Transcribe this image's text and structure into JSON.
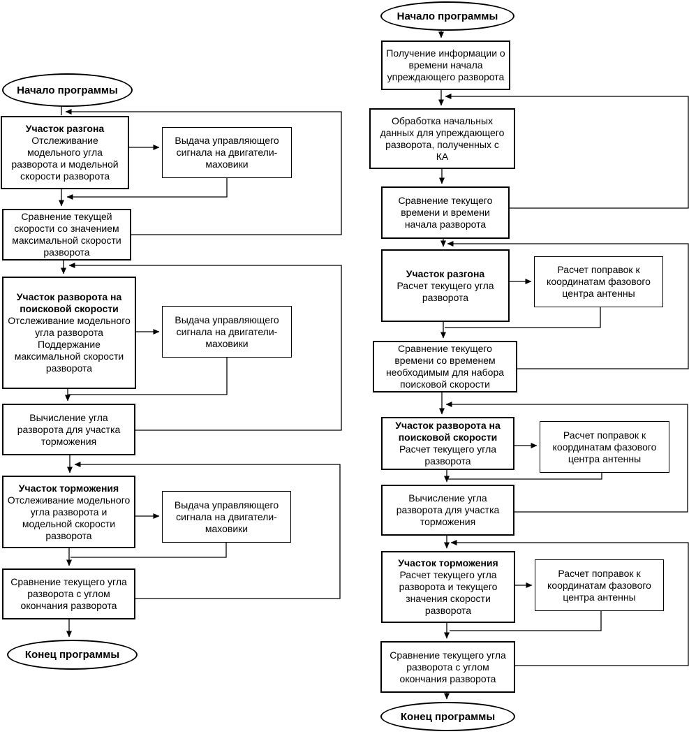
{
  "colors": {
    "line": "#000000",
    "background": "#ffffff",
    "text": "#000000"
  },
  "left_chart": {
    "start": "Начало программы",
    "end": "Конец программы",
    "accel": {
      "title": "Участок разгона",
      "body": "Отслеживание модельного угла разворота и модельной скорости разворота"
    },
    "signal1": {
      "body": "Выдача управляющего сигнала на двигатели-маховики"
    },
    "compare_speed": {
      "body": "Сравнение текущей скорости со значением максимальной скорости разворота"
    },
    "search_turn": {
      "title": "Участок разворота на поисковой скорости",
      "body": "Отслеживание модельного угла разворота",
      "body2": "Поддержание максимальной скорости разворота"
    },
    "signal2": {
      "body": "Выдача управляющего сигнала на двигатели-маховики"
    },
    "calc_brake_angle": {
      "body": "Вычисление угла разворота для участка торможения"
    },
    "brake": {
      "title": "Участок торможения",
      "body": "Отслеживание модельного угла разворота и модельной скорости разворота"
    },
    "signal3": {
      "body": "Выдача управляющего сигнала на двигатели-маховики"
    },
    "compare_angle": {
      "body": "Сравнение текущего угла разворота с углом окончания разворота"
    },
    "edges": [
      {
        "from": "start",
        "to": "accel"
      },
      {
        "from": "accel",
        "to": "signal1"
      },
      {
        "from": "signal1",
        "to": "compare_speed"
      },
      {
        "from": "accel",
        "to": "compare_speed"
      },
      {
        "from": "compare_speed",
        "to": "search_turn"
      },
      {
        "from": "compare_speed",
        "to": "accel",
        "type": "feedback"
      },
      {
        "from": "search_turn",
        "to": "signal2"
      },
      {
        "from": "signal2",
        "to": "calc_brake_angle"
      },
      {
        "from": "search_turn",
        "to": "calc_brake_angle"
      },
      {
        "from": "calc_brake_angle",
        "to": "brake"
      },
      {
        "from": "calc_brake_angle",
        "to": "search_turn",
        "type": "feedback"
      },
      {
        "from": "brake",
        "to": "signal3"
      },
      {
        "from": "signal3",
        "to": "compare_angle"
      },
      {
        "from": "brake",
        "to": "compare_angle"
      },
      {
        "from": "compare_angle",
        "to": "brake",
        "type": "feedback"
      },
      {
        "from": "compare_angle",
        "to": "end"
      }
    ]
  },
  "right_chart": {
    "start": "Начало программы",
    "end": "Конец программы",
    "get_time_info": {
      "body": "Получение информации о времени начала упреждающего разворота"
    },
    "process_initial_data": {
      "body": "Обработка начальных данных для упреждающего разворота, полученных с КА"
    },
    "compare_time_start": {
      "body": "Сравнение текущего времени и времени начала разворота"
    },
    "accel": {
      "title": "Участок разгона",
      "body": "Расчет текущего угла разворота"
    },
    "corrections1": {
      "body": "Расчет поправок к координатам фазового центра антенны"
    },
    "compare_time_search": {
      "body": "Сравнение текущего времени со временем необходимым для набора поисковой скорости"
    },
    "search_turn": {
      "title": "Участок разворота на поисковой скорости",
      "body": "Расчет текущего угла разворота"
    },
    "corrections2": {
      "body": "Расчет поправок к координатам фазового центра антенны"
    },
    "calc_brake_angle": {
      "body": "Вычисление угла разворота для участка торможения"
    },
    "brake": {
      "title": "Участок торможения",
      "body": "Расчет текущего угла разворота и текущего значения скорости разворота"
    },
    "corrections3": {
      "body": "Расчет поправок к координатам фазового центра антенны"
    },
    "compare_angle": {
      "body": "Сравнение текущего угла разворота с углом окончания разворота"
    },
    "edges": [
      {
        "from": "start",
        "to": "get_time_info"
      },
      {
        "from": "get_time_info",
        "to": "process_initial_data"
      },
      {
        "from": "process_initial_data",
        "to": "compare_time_start"
      },
      {
        "from": "compare_time_start",
        "to": "process_initial_data",
        "type": "feedback"
      },
      {
        "from": "compare_time_start",
        "to": "accel"
      },
      {
        "from": "accel",
        "to": "corrections1"
      },
      {
        "from": "corrections1",
        "to": "compare_time_search"
      },
      {
        "from": "accel",
        "to": "compare_time_search"
      },
      {
        "from": "compare_time_search",
        "to": "accel",
        "type": "feedback"
      },
      {
        "from": "compare_time_search",
        "to": "search_turn"
      },
      {
        "from": "search_turn",
        "to": "corrections2"
      },
      {
        "from": "corrections2",
        "to": "calc_brake_angle"
      },
      {
        "from": "search_turn",
        "to": "calc_brake_angle"
      },
      {
        "from": "calc_brake_angle",
        "to": "search_turn",
        "type": "feedback"
      },
      {
        "from": "calc_brake_angle",
        "to": "brake"
      },
      {
        "from": "brake",
        "to": "corrections3"
      },
      {
        "from": "corrections3",
        "to": "compare_angle"
      },
      {
        "from": "brake",
        "to": "compare_angle"
      },
      {
        "from": "compare_angle",
        "to": "brake",
        "type": "feedback"
      },
      {
        "from": "compare_angle",
        "to": "end"
      }
    ]
  }
}
